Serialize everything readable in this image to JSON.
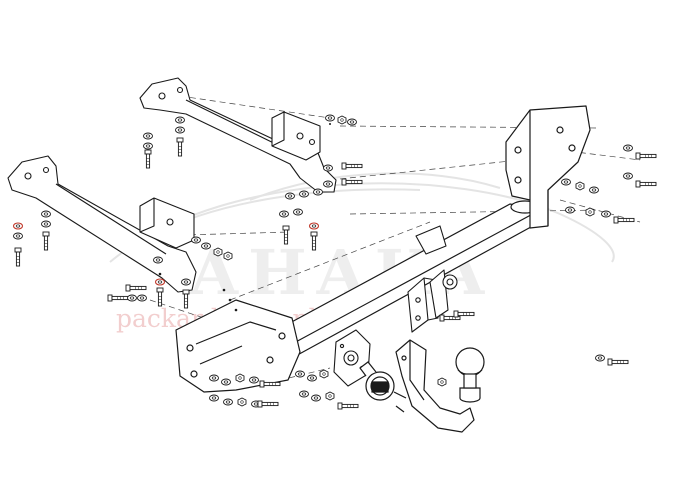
{
  "title": "",
  "watermark": {
    "brand_text": "AHAKA",
    "sub_text": "packardtraps.pl"
  },
  "colors": {
    "line": "#1a1a1a",
    "hardware_highlight": "#c0392b",
    "watermark_gray": "#d0d0d0",
    "watermark_red": "#d45a5a"
  },
  "parts": [
    "left-mounting-arm",
    "right-mounting-arm",
    "crossbar-tube",
    "right-side-bracket",
    "left-side-plate",
    "tow-hook-neck",
    "tow-ball",
    "socket-plate",
    "electrical-socket",
    "bolts-nuts-washers"
  ]
}
